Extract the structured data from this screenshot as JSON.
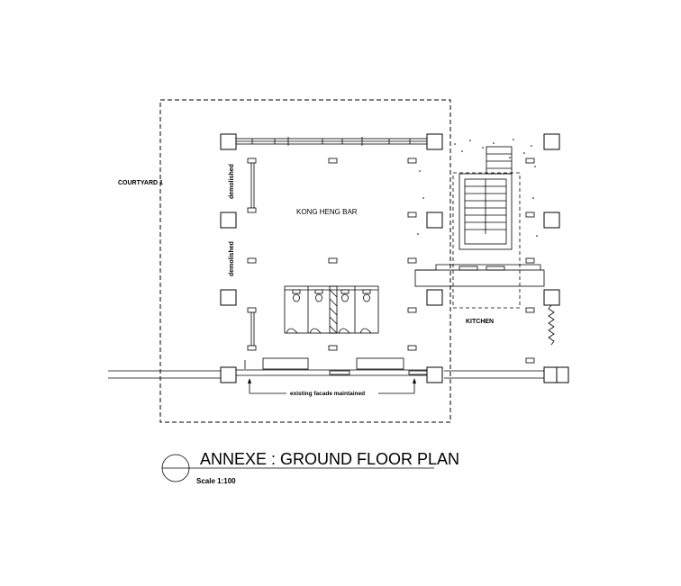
{
  "labels": {
    "courtyard": "COURTYARD 1",
    "bar": "KONG HENG  BAR",
    "kitchen": "KITCHEN",
    "demolished_upper": "demolished",
    "demolished_lower": "demolished",
    "facade": "existing facade maintained"
  },
  "title_block": {
    "title": "ANNEXE : GROUND FLOOR PLAN",
    "scale": "Scale 1:100"
  },
  "colors": {
    "ink": "#000000",
    "paper": "#ffffff"
  },
  "icons": {
    "wc": "toilet-icon",
    "stair": "stair-icon",
    "title_marker": "section-circle-icon"
  }
}
